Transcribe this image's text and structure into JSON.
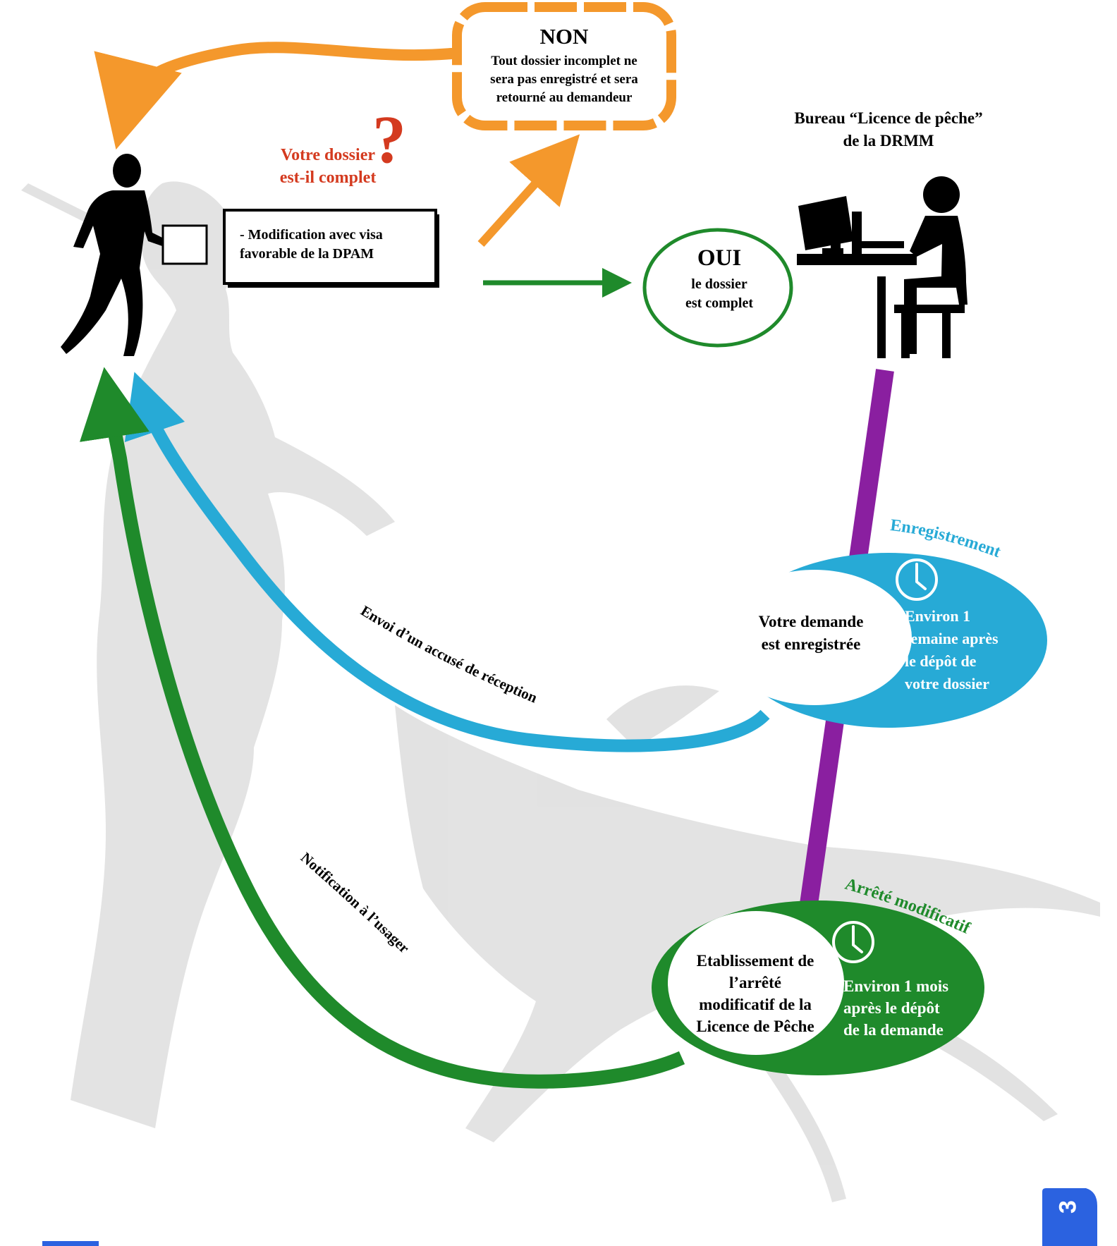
{
  "non_box": {
    "title": "NON",
    "text_lines": [
      "Tout dossier incomplet ne",
      "sera pas enregistré et sera",
      "retourné au demandeur"
    ]
  },
  "question": {
    "lines": [
      "Votre dossier",
      "est-il complet"
    ],
    "mark": "?"
  },
  "document": {
    "lines": [
      "- Modification avec visa",
      "favorable de la DPAM"
    ]
  },
  "bureau": {
    "lines": [
      "Bureau “Licence de pêche”",
      "de la DRMM"
    ]
  },
  "oui_circle": {
    "title": "OUI",
    "text_lines": [
      "le dossier",
      "est complet"
    ]
  },
  "enregistrement": {
    "label": "Enregistrement",
    "inner_lines": [
      "Votre demande",
      "est enregistrée"
    ],
    "outer_lines": [
      "Environ 1",
      "semaine après",
      "le dépôt de",
      "votre dossier"
    ]
  },
  "arrete": {
    "label": "Arrêté modificatif",
    "inner_lines": [
      "Etablissement de",
      "l’arrêté",
      "modificatif de la",
      "Licence de Pêche"
    ],
    "outer_lines": [
      "Environ 1 mois",
      "après le dépôt",
      "de la demande"
    ]
  },
  "arrows": {
    "accuse": "Envoi d’un accusé de réception",
    "notification": "Notification à l’usager"
  },
  "page_number": "3",
  "colors": {
    "orange": "#f4982c",
    "green": "#1f8a2b",
    "blue": "#27aad6",
    "purple": "#8a1fa0",
    "red": "#d43a1f",
    "page_tab": "#2b62e0",
    "watermark": "#d9d9d9"
  }
}
